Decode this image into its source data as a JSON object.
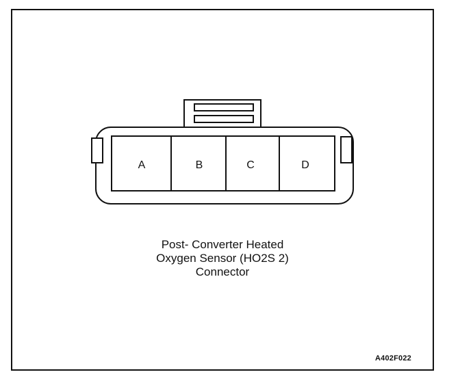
{
  "connector": {
    "pins": [
      "A",
      "B",
      "C",
      "D"
    ]
  },
  "caption": {
    "line1": "Post- Converter Heated",
    "line2": "Oxygen Sensor (HO2S 2)",
    "line3": "Connector"
  },
  "figure_code": "A402F022"
}
